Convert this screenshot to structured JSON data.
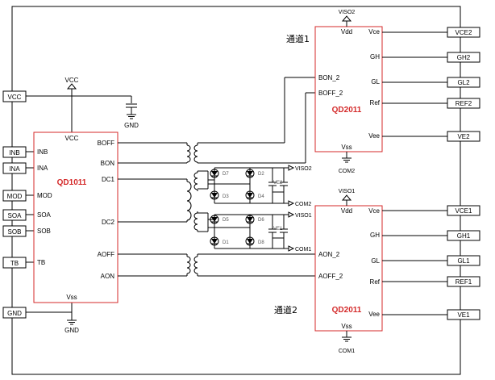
{
  "left_connectors": {
    "vcc": "VCC",
    "inb": "INB",
    "ina": "INA",
    "mod": "MOD",
    "soa": "SOA",
    "sob": "SOB",
    "tb": "TB",
    "gnd": "GND"
  },
  "right_connectors": {
    "vce2": "VCE2",
    "gh2": "GH2",
    "gl2": "GL2",
    "ref2": "REF2",
    "ve2": "VE2",
    "vce1": "VCE1",
    "gh1": "GH1",
    "gl1": "GL1",
    "ref1": "REF1",
    "ve1": "VE1"
  },
  "power": {
    "vcc_top": "VCC",
    "gnd_cap": "GND",
    "gnd_bottom": "GND",
    "viso2": "VISO2",
    "com2": "COM2",
    "viso1": "VISO1",
    "com1": "COM1"
  },
  "chip1": {
    "name": "QD1011",
    "vcc": "VCC",
    "vss": "Vss",
    "left_pins": {
      "inb": "INB",
      "ina": "INA",
      "mod": "MOD",
      "soa": "SOA",
      "sob": "SOB",
      "tb": "TB"
    },
    "right_pins": {
      "boff": "BOFF",
      "bon": "BON",
      "dc1": "DC1",
      "dc2": "DC2",
      "aoff": "AOFF",
      "aon": "AON"
    }
  },
  "chip2": {
    "name": "QD2011",
    "vdd": "Vdd",
    "vss": "Vss",
    "bon": "BON_2",
    "boff": "BOFF_2",
    "vce": "Vce",
    "gh": "GH",
    "gl": "GL",
    "ref": "Ref",
    "vee": "Vee"
  },
  "chip3": {
    "name": "QD2011",
    "vdd": "Vdd",
    "vss": "Vss",
    "aon": "AON_2",
    "aoff": "AOFF_2",
    "vce": "Vce",
    "gh": "GH",
    "gl": "GL",
    "ref": "Ref",
    "vee": "Vee"
  },
  "channel_labels": {
    "ch1": "通道1",
    "ch2": "通道2"
  },
  "rectifier": {
    "d1": "D1",
    "d2": "D2",
    "d3": "D3",
    "d4": "D4",
    "d5": "D5",
    "d6": "D6",
    "d7": "D7",
    "d8": "D8",
    "ve1": "VE1",
    "ve2": "VE2",
    "viso1": "VISO1",
    "viso2": "VISO2",
    "com1": "COM1",
    "com2": "COM2"
  }
}
